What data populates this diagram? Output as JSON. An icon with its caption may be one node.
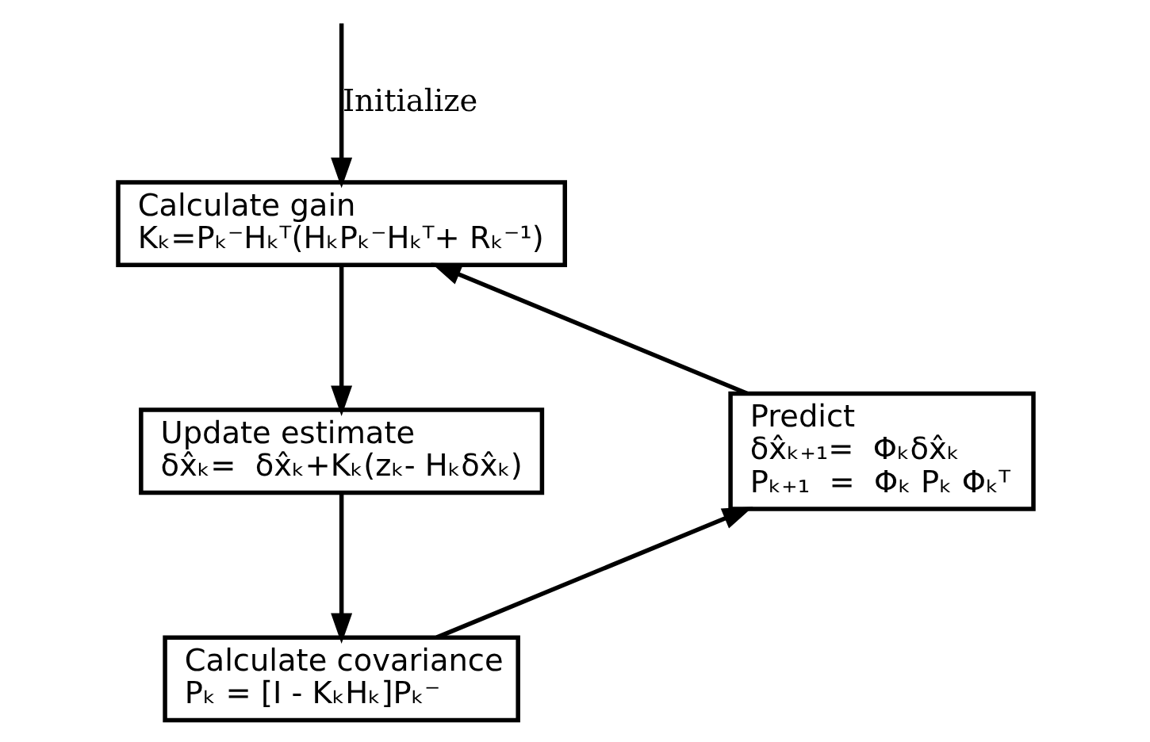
{
  "diagram": {
    "nodes": [
      {
        "text": [
          "Calculate gain",
          "Kₖ=Pₖ⁻Hₖᵀ(HₖPₖ⁻Hₖᵀ+ Rₖ⁻¹)"
        ]
      },
      {
        "text": [
          "Update estimate",
          "δx̂ₖ=  δx̂ₖ+Kₖ(zₖ- Hₖδx̂ₖ)"
        ]
      },
      {
        "text": [
          "Calculate covariance",
          "Pₖ = [I - KₖHₖ]Pₖ⁻"
        ]
      },
      {
        "text": [
          "Predict",
          "δx̂ₖ₊₁=  Φₖδx̂ₖ",
          "Pₖ₊₁  =  Φₖ Pₖ Φₖᵀ"
        ]
      }
    ],
    "edges": [
      {
        "from": null,
        "to": 0,
        "arrow": "to",
        "label": "Initialize"
      },
      {
        "from": 0,
        "to": 1,
        "arrow": "to"
      },
      {
        "from": 1,
        "to": 2,
        "arrow": "to"
      },
      {
        "from": 2,
        "to": 3,
        "arrow": "to"
      },
      {
        "from": 3,
        "to": 0,
        "arrow": "to"
      }
    ]
  }
}
